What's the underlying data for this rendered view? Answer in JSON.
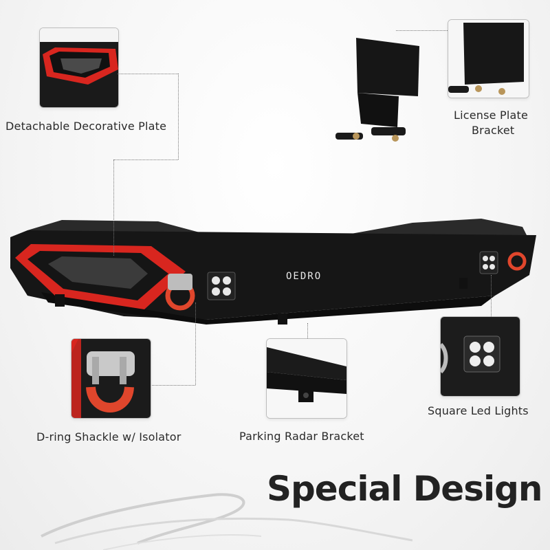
{
  "product": {
    "brand_logo": "OEDRO",
    "name": "Rear Bumper",
    "accent_color": "#e02b25",
    "body_color": "#141414"
  },
  "callouts": [
    {
      "id": "decorative-plate",
      "label": "Detachable Decorative Plate"
    },
    {
      "id": "license-plate-bracket",
      "label_line1": "License Plate",
      "label_line2": "Bracket"
    },
    {
      "id": "d-ring-shackle",
      "label": "D-ring Shackle w/ Isolator"
    },
    {
      "id": "parking-radar-bracket",
      "label": "Parking Radar Bracket"
    },
    {
      "id": "square-led-lights",
      "label": "Square Led Lights"
    }
  ],
  "footer": {
    "title": "Special Design"
  }
}
